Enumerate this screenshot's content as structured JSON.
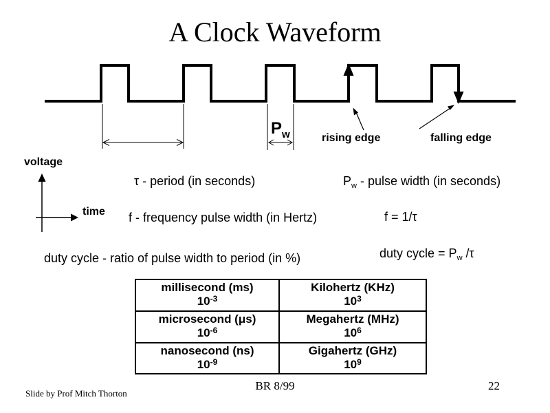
{
  "slide": {
    "title": "A Clock Waveform",
    "footer": {
      "credit": "Slide by Prof Mitch Thorton",
      "center": "BR 8/99",
      "page_number": "22"
    }
  },
  "waveform": {
    "voltage_label": "voltage",
    "time_label": "time",
    "rising_edge_label": "rising edge",
    "falling_edge_label": "falling edge",
    "pulse_width_symbol": {
      "base": "P",
      "sub": "w"
    }
  },
  "definitions": {
    "period": "τ - period (in seconds)",
    "pulse_width": {
      "p": "P",
      "sub": "w",
      "rest": " - pulse width (in seconds)"
    },
    "frequency": "f - frequency pulse width (in Hertz)",
    "frequency_formula": "f = 1/τ",
    "duty_cycle": "duty cycle - ratio of pulse width to period (in %)",
    "duty_cycle_formula": {
      "prefix": "duty cycle = P",
      "sub": "w",
      "suffix": " /τ"
    }
  },
  "units_table": {
    "rows": [
      {
        "time_unit": "millisecond (ms)",
        "time_base": "10",
        "time_exp": "-3",
        "freq_unit": "Kilohertz (KHz)",
        "freq_base": "10",
        "freq_exp": "3"
      },
      {
        "time_unit": "microsecond (μs)",
        "time_base": "10",
        "time_exp": "-6",
        "freq_unit": "Megahertz (MHz)",
        "freq_base": "10",
        "freq_exp": "6"
      },
      {
        "time_unit": "nanosecond (ns)",
        "time_base": "10",
        "time_exp": "-9",
        "freq_unit": "Gigahertz (GHz)",
        "freq_base": "10",
        "freq_exp": "9"
      }
    ]
  },
  "colors": {
    "background": "#ffffff",
    "ink": "#000000"
  }
}
